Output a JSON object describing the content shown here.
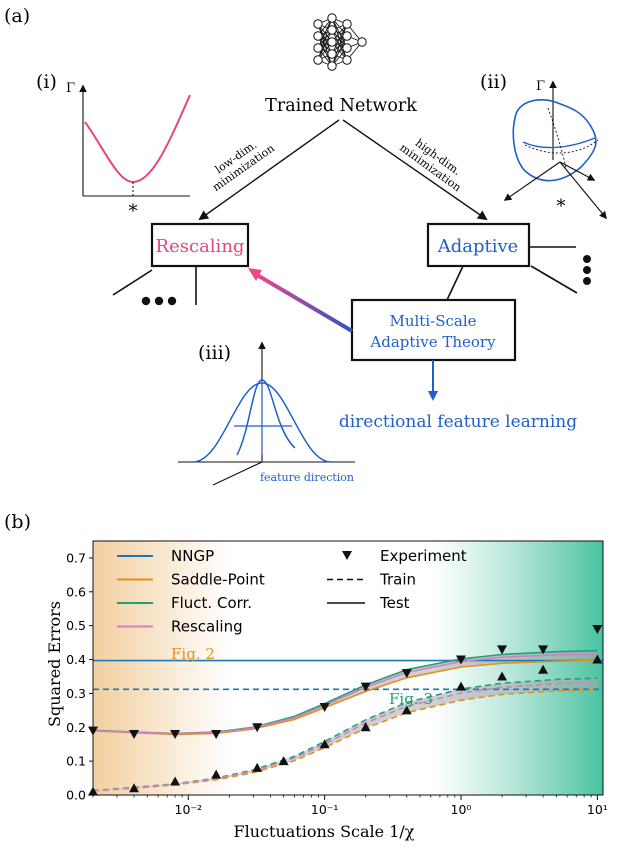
{
  "panel_a": {
    "label": "(a)",
    "trained_network": "Trained Network",
    "low_dim": [
      "low-dim.",
      "minimization"
    ],
    "high_dim": [
      "high-dim.",
      "minimization"
    ],
    "rescaling_box": "Rescaling",
    "adaptive_box": "Adaptive",
    "msat_line1": "Multi-Scale",
    "msat_line2": "Adaptive Theory",
    "directional": "directional feature learning",
    "sub_i": "(i)",
    "sub_ii": "(ii)",
    "sub_iii": "(iii)",
    "gamma": "Γ",
    "star": "*",
    "feature_direction": "feature direction",
    "colors": {
      "rescaling": "#e8457a",
      "adaptive": "#1f5fc9"
    }
  },
  "panel_b": {
    "label": "(b)",
    "fig2_label": "Fig. 2",
    "fig3_label": "Fig. 3",
    "legend_left": [
      "NNGP",
      "Saddle-Point",
      "Fluct. Corr.",
      "Rescaling"
    ],
    "legend_right": [
      "Experiment",
      "Train",
      "Test"
    ]
  },
  "chart_data": {
    "type": "line",
    "xlabel": "Fluctuations Scale 1/χ",
    "ylabel": "Squared Errors",
    "x_scale": "log",
    "xlim": [
      0.002,
      11
    ],
    "ylim": [
      0,
      0.75
    ],
    "x_ticks": [
      "10⁻²",
      "10⁻¹",
      "10⁰",
      "10¹"
    ],
    "x_tick_values": [
      0.01,
      0.1,
      1,
      10
    ],
    "y_ticks": [
      "0.0",
      "0.1",
      "0.2",
      "0.3",
      "0.4",
      "0.5",
      "0.6",
      "0.7"
    ],
    "y_tick_values": [
      0,
      0.1,
      0.2,
      0.3,
      0.4,
      0.5,
      0.6,
      0.7
    ],
    "colors": {
      "NNGP": "#1f77b4",
      "Saddle-Point": "#e0921a",
      "Fluct. Corr.": "#20a07a",
      "Rescaling": "#d27fc6"
    },
    "nngp": {
      "test": 0.397,
      "train": 0.312
    },
    "x_grid": [
      0.002,
      0.004,
      0.008,
      0.016,
      0.03,
      0.06,
      0.1,
      0.2,
      0.4,
      1,
      2,
      5,
      10
    ],
    "series": [
      {
        "name": "Saddle-Point",
        "set": "Test",
        "values": [
          0.19,
          0.184,
          0.179,
          0.182,
          0.195,
          0.223,
          0.258,
          0.306,
          0.346,
          0.378,
          0.389,
          0.395,
          0.397
        ]
      },
      {
        "name": "Fluct. Corr.",
        "set": "Test",
        "values": [
          0.191,
          0.186,
          0.182,
          0.186,
          0.2,
          0.232,
          0.27,
          0.325,
          0.37,
          0.402,
          0.415,
          0.423,
          0.426
        ]
      },
      {
        "name": "Rescaling",
        "set": "Test",
        "values": [
          0.19,
          0.185,
          0.181,
          0.184,
          0.198,
          0.228,
          0.265,
          0.318,
          0.362,
          0.394,
          0.407,
          0.414,
          0.416
        ]
      },
      {
        "name": "Saddle-Point",
        "set": "Train",
        "values": [
          0.012,
          0.02,
          0.03,
          0.045,
          0.066,
          0.101,
          0.14,
          0.197,
          0.243,
          0.28,
          0.297,
          0.307,
          0.31
        ]
      },
      {
        "name": "Fluct. Corr.",
        "set": "Train",
        "values": [
          0.013,
          0.022,
          0.033,
          0.05,
          0.074,
          0.114,
          0.158,
          0.222,
          0.273,
          0.313,
          0.33,
          0.341,
          0.345
        ]
      },
      {
        "name": "Rescaling",
        "set": "Train",
        "values": [
          0.012,
          0.021,
          0.032,
          0.048,
          0.071,
          0.109,
          0.151,
          0.213,
          0.262,
          0.301,
          0.318,
          0.329,
          0.333
        ]
      }
    ],
    "experiment_test": {
      "x": [
        0.002,
        0.004,
        0.008,
        0.016,
        0.032,
        0.1,
        0.2,
        0.4,
        1,
        2,
        4,
        10
      ],
      "y": [
        0.19,
        0.18,
        0.18,
        0.18,
        0.2,
        0.26,
        0.32,
        0.36,
        0.4,
        0.43,
        0.43,
        0.49
      ]
    },
    "experiment_train": {
      "x": [
        0.002,
        0.004,
        0.008,
        0.016,
        0.032,
        0.05,
        0.1,
        0.2,
        0.4,
        1,
        2,
        4,
        10
      ],
      "y": [
        0.01,
        0.02,
        0.04,
        0.06,
        0.08,
        0.1,
        0.15,
        0.2,
        0.25,
        0.32,
        0.35,
        0.37,
        0.4
      ]
    }
  }
}
